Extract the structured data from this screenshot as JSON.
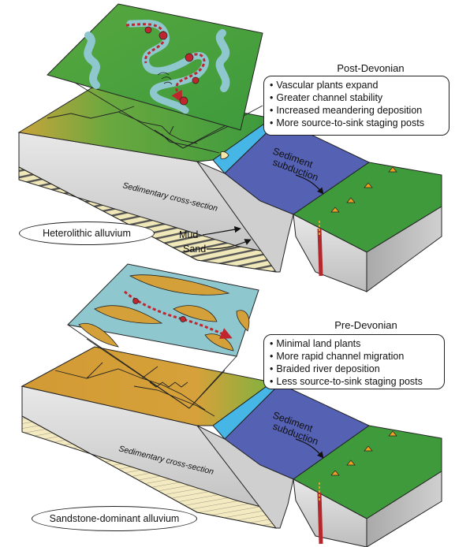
{
  "post": {
    "heading": "Post-Devonian",
    "bullets": [
      "Vascular plants expand",
      "Greater channel stability",
      "Increased meandering deposition",
      "More source-to-sink staging posts"
    ],
    "cross_section": "Sedimentary cross-section",
    "subduction": [
      "Sediment",
      "subduction"
    ],
    "alluvium": "Heterolithic alluvium",
    "mud": "Mud",
    "sand": "Sand"
  },
  "pre": {
    "heading": "Pre-Devonian",
    "bullets": [
      "Minimal land plants",
      "More rapid channel migration",
      "Braided river deposition",
      "Less source-to-sink staging posts"
    ],
    "cross_section": "Sedimentary cross-section",
    "subduction": [
      "Sediment",
      "subduction"
    ],
    "alluvium": "Sandstone-dominant alluvium"
  },
  "colors": {
    "vegetation_green": "#3f9a3c",
    "arid_ochre": "#d4a03a",
    "ocean_blue": "#5561b3",
    "river_blue": "#8fc7cf",
    "shelf_cyan": "#45b6e6",
    "channel_red": "#c0262d"
  }
}
